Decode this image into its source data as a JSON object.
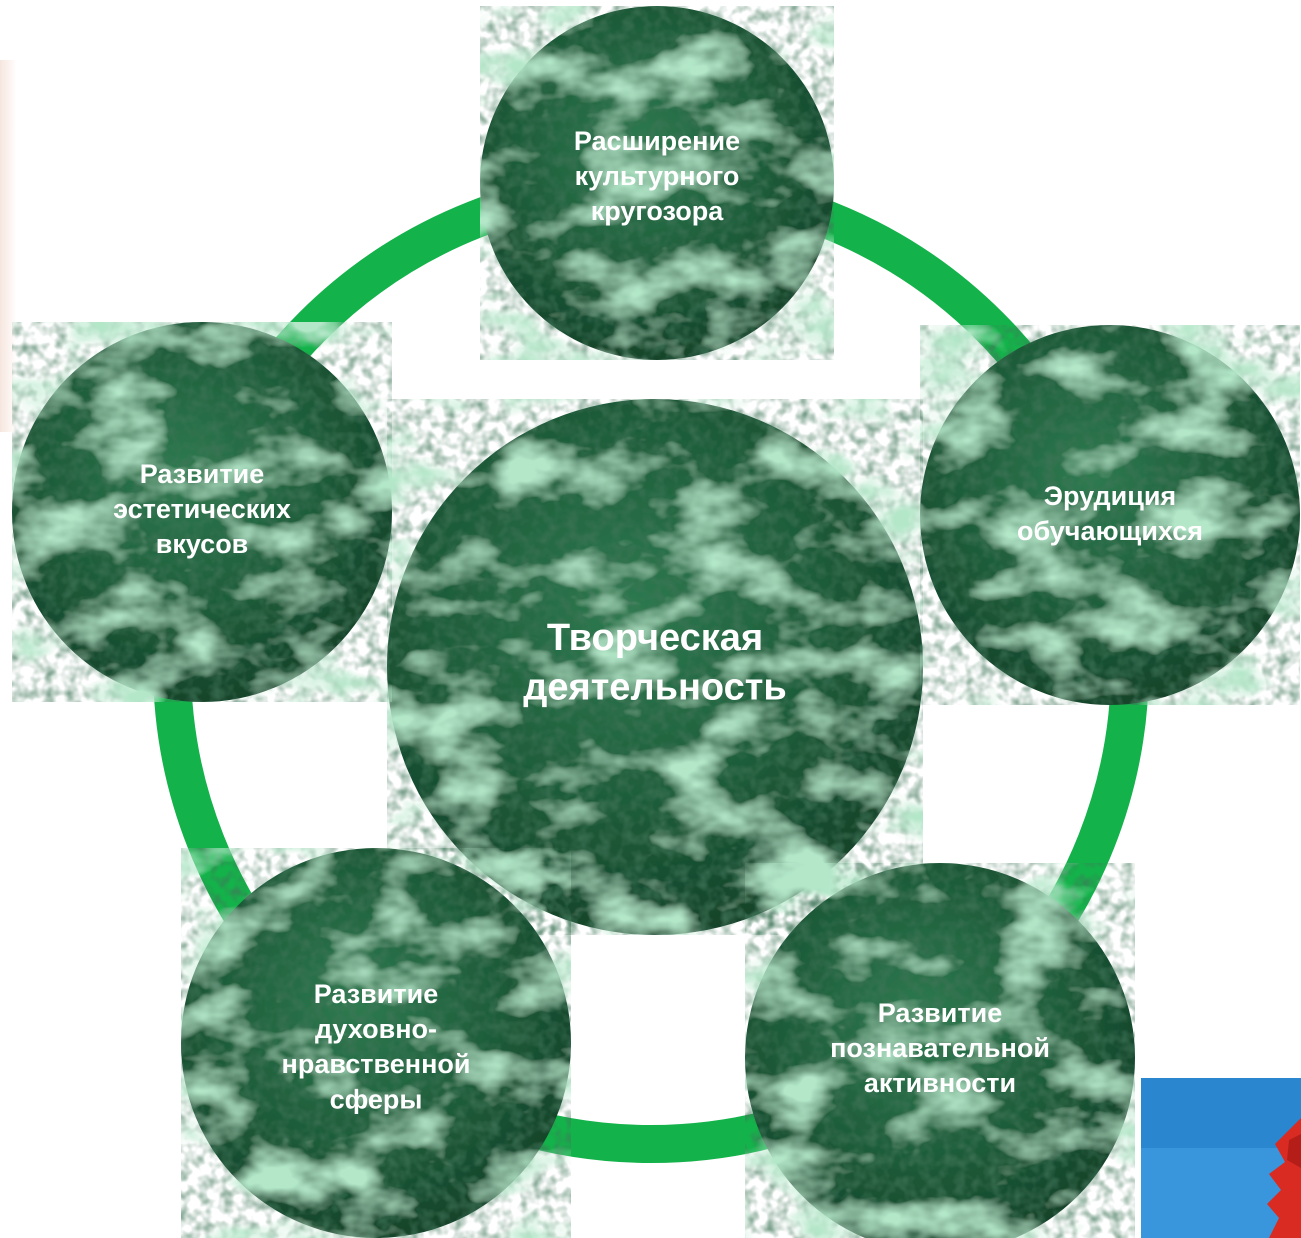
{
  "colors": {
    "ring": "#14b24a",
    "node_dark": "#0f3d25",
    "node_mid": "#1e5e3b",
    "vein": "#7cc79a",
    "text": "#ffffff"
  },
  "center": {
    "lines": [
      "Творческая",
      "деятельность"
    ]
  },
  "nodes": [
    {
      "id": "top",
      "lines": [
        "Расширение",
        "культурного",
        "кругозора"
      ]
    },
    {
      "id": "right",
      "lines": [
        "Эрудиция",
        "обучающихся"
      ]
    },
    {
      "id": "bottom-right",
      "lines": [
        "Развитие",
        "познавательной",
        "активности"
      ]
    },
    {
      "id": "bottom-left",
      "lines": [
        "Развитие",
        "духовно-",
        "нравственной",
        "сферы"
      ]
    },
    {
      "id": "left",
      "lines": [
        "Развитие",
        "эстетических",
        "вкусов"
      ]
    }
  ]
}
